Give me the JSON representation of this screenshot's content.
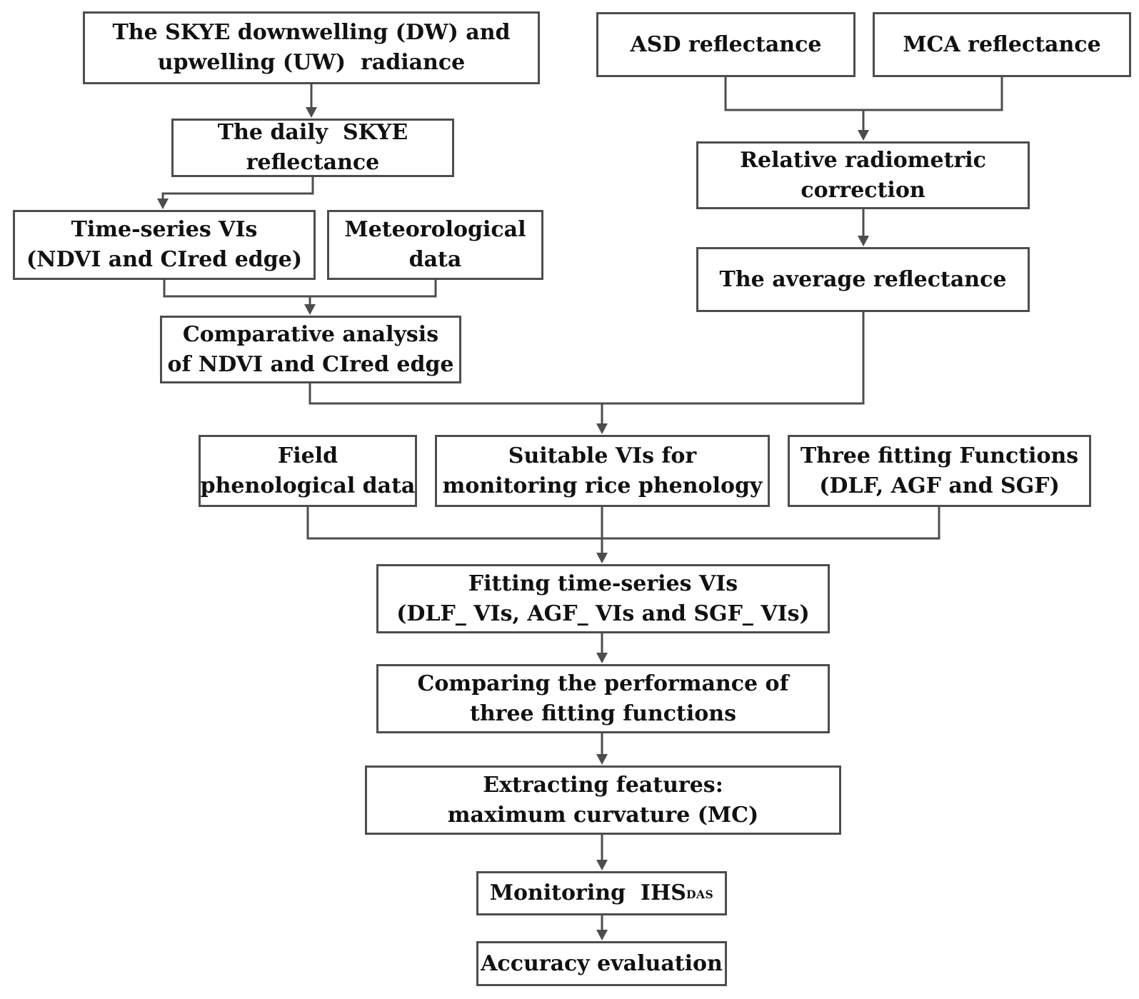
{
  "figure": {
    "type": "flowchart",
    "background_color": "#ffffff",
    "box_border_color": "#4d4d4d",
    "connector_color": "#4d4d4d",
    "text_color": "#111111"
  },
  "nodes": {
    "skye_radiance": {
      "label": "The SKYE downwelling (DW) and\nupwelling (UW)  radiance"
    },
    "daily_reflectance": {
      "label": "The daily  SKYE\nreflectance"
    },
    "timeseries_vis": {
      "label": "Time-series VIs\n(NDVI and CIred edge)"
    },
    "meteorological_data": {
      "label": "Meteorological\ndata"
    },
    "comparative_analysis": {
      "label": "Comparative analysis\nof NDVI and CIred edge"
    },
    "asd_reflectance": {
      "label": "ASD reflectance"
    },
    "mca_reflectance": {
      "label": "MCA reflectance"
    },
    "radiometric_correction": {
      "label": "Relative radiometric\ncorrection"
    },
    "average_reflectance": {
      "label": "The average reflectance"
    },
    "field_phenological": {
      "label": "Field\nphenological data"
    },
    "suitable_vis": {
      "label": "Suitable VIs for\nmonitoring rice phenology"
    },
    "fitting_functions": {
      "label": "Three fitting Functions\n(DLF, AGF and SGF)"
    },
    "fitting_timeseries": {
      "label": "Fitting time-series VIs\n(DLF_ VIs, AGF_ VIs and SGF_ VIs)"
    },
    "comparing_performance": {
      "label": "Comparing the performance of\nthree fitting functions"
    },
    "extracting_features": {
      "label": "Extracting features:\nmaximum curvature (MC)"
    },
    "monitoring_ihs": {
      "label_main": "Monitoring  IHS",
      "label_sub": "DAS"
    },
    "accuracy_evaluation": {
      "label": "Accuracy evaluation"
    }
  }
}
